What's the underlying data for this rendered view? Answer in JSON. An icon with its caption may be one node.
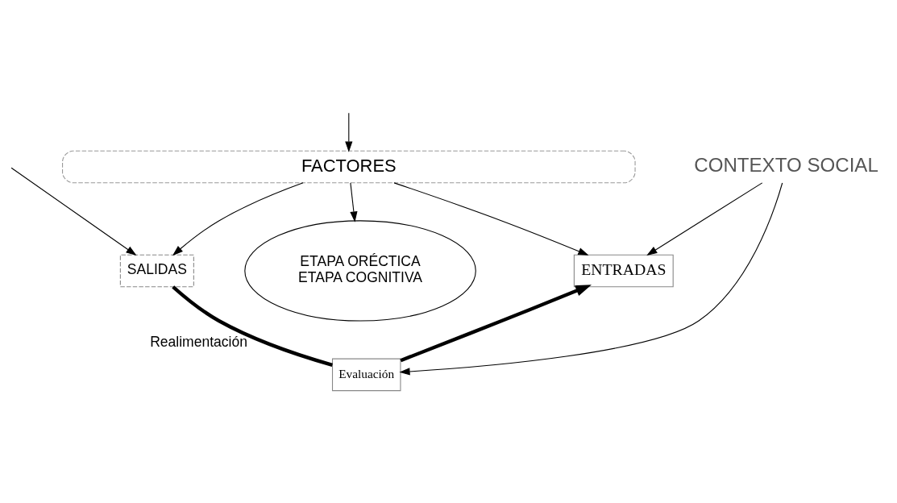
{
  "diagram": {
    "nodes": [
      {
        "text": [
          "FACTORES"
        ]
      },
      {
        "text": [
          "ENTRADAS"
        ]
      },
      {
        "text": [
          "ETAPA ORÉCTICA",
          "ETAPA COGNITIVA"
        ]
      },
      {
        "text": [
          "SALIDAS"
        ]
      },
      {
        "text": [
          "Evaluación"
        ]
      },
      {
        "text": [
          "CONTEXTO SOCIAL"
        ]
      }
    ],
    "edges": [
      {
        "from": null,
        "to": 0,
        "arrow": "to"
      },
      {
        "from": null,
        "to": 3,
        "arrow": "to"
      },
      {
        "from": 0,
        "to": 1,
        "arrow": "to"
      },
      {
        "from": 0,
        "to": 2,
        "arrow": "to"
      },
      {
        "from": 0,
        "to": 3,
        "arrow": "to"
      },
      {
        "from": 5,
        "to": 1,
        "arrow": "to"
      },
      {
        "from": 5,
        "to": 4,
        "arrow": "to"
      },
      {
        "from": 3,
        "to": 4,
        "arrow": "none",
        "style": "thick",
        "label": "Realimentación"
      },
      {
        "from": 4,
        "to": 1,
        "arrow": "to",
        "style": "thick"
      }
    ]
  }
}
